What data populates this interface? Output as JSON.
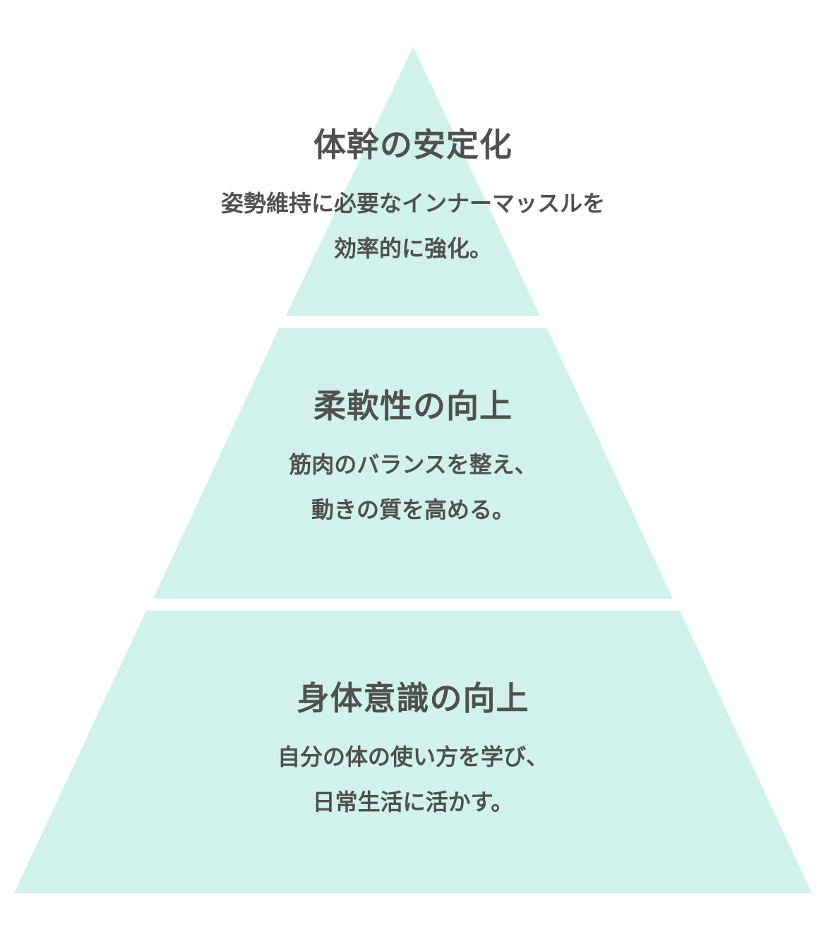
{
  "colors": {
    "tier_fill": "#d0f2ea",
    "text": "#505050",
    "background": "#ffffff"
  },
  "tiers": [
    {
      "title": "体幹の安定化",
      "desc_line1": "姿勢維持に必要なインナーマッスルを",
      "desc_line2": "効率的に強化。"
    },
    {
      "title": "柔軟性の向上",
      "desc_line1": "筋肉のバランスを整え、",
      "desc_line2": "動きの質を高める。"
    },
    {
      "title": "身体意識の向上",
      "desc_line1": "自分の体の使い方を学び、",
      "desc_line2": "日常生活に活かす。"
    }
  ]
}
